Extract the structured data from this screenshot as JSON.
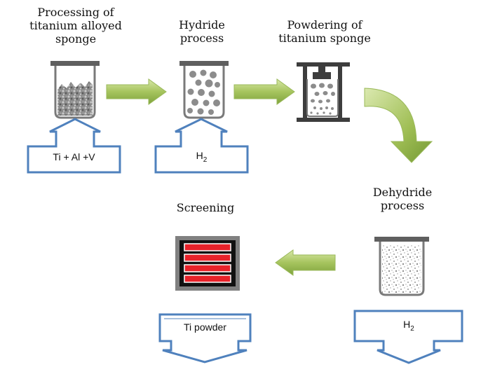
{
  "steps": {
    "processing": {
      "title": "Processing of\ntitanium alloyed\nsponge",
      "input": "Ti + Al +V"
    },
    "hydride": {
      "title": "Hydride\nprocess",
      "input_base": "H",
      "input_sub": "2"
    },
    "powdering": {
      "title": "Powdering of\ntitanium sponge"
    },
    "dehydride": {
      "title": "Dehydride\nprocess",
      "output_base": "H",
      "output_sub": "2"
    },
    "screening": {
      "title": "Screening",
      "output": "Ti powder"
    }
  },
  "colors": {
    "arrow_green_light": "#c6dc8f",
    "arrow_green_dark": "#7ea33c",
    "box_blue": "#4f81bd",
    "screen_red": "#e8222a",
    "vessel_gray": "#808080",
    "press_dark": "#404040"
  }
}
